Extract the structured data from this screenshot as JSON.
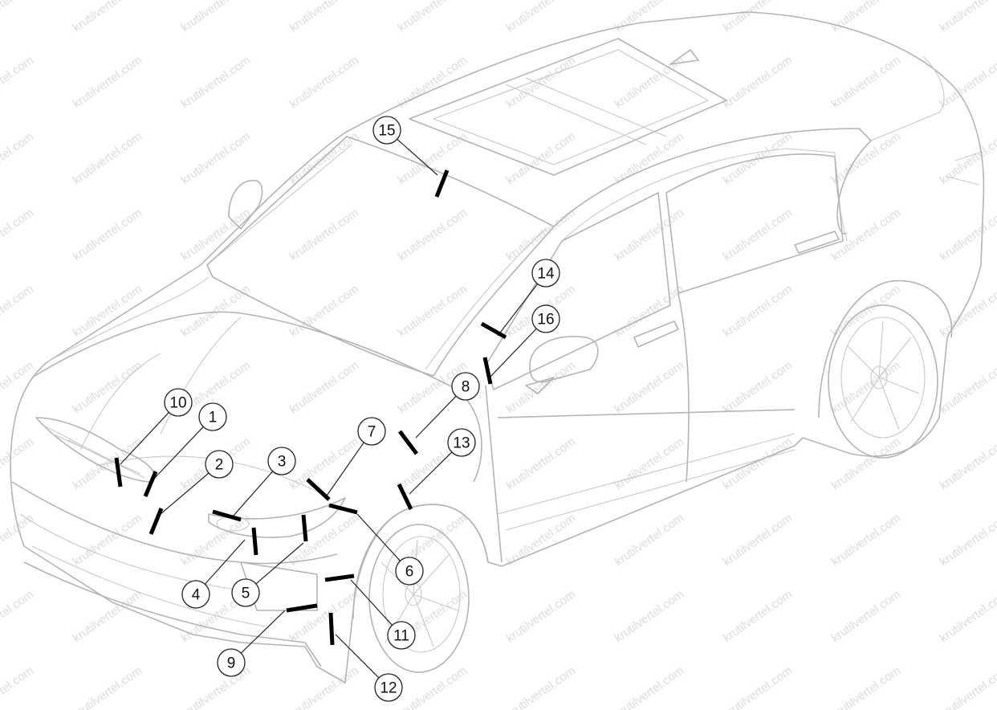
{
  "watermark": "krutilvertel.com",
  "callouts": [
    {
      "label": "1"
    },
    {
      "label": "2"
    },
    {
      "label": "3"
    },
    {
      "label": "4"
    },
    {
      "label": "5"
    },
    {
      "label": "6"
    },
    {
      "label": "7"
    },
    {
      "label": "8"
    },
    {
      "label": "9"
    },
    {
      "label": "10"
    },
    {
      "label": "11"
    },
    {
      "label": "12"
    },
    {
      "label": "13"
    },
    {
      "label": "14"
    },
    {
      "label": "15"
    },
    {
      "label": "16"
    }
  ]
}
